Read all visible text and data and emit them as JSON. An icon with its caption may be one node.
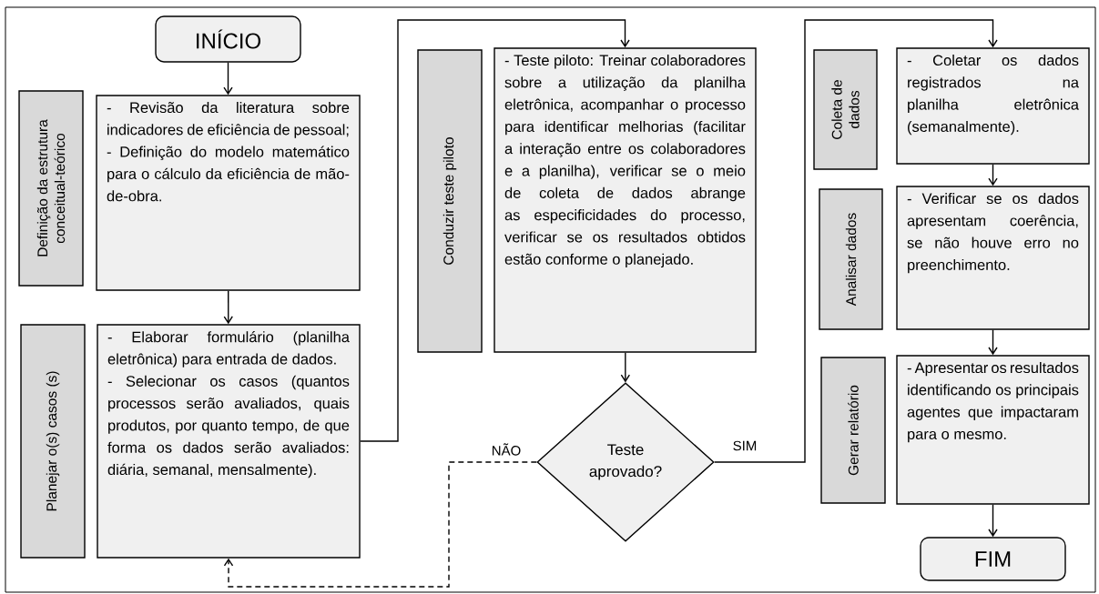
{
  "diagram": {
    "nodes": [
      {
        "text": [
          "INÍCIO"
        ]
      },
      {
        "text": [
          "Definição da estrutura conceitual-teórico"
        ]
      },
      {
        "text": [
          "- Revisão da literatura sobre indicadores de eficiência de pessoal;",
          "- Definição do modelo matemático para o cálculo da eficiência de mão-de-obra."
        ]
      },
      {
        "text": [
          "Planejar o(s) casos (s)"
        ]
      },
      {
        "text": [
          "- Elaborar formulário (planilha eletrônica) para entrada de dados.",
          "- Selecionar os casos (quantos processos serão avaliados, quais produtos, por quanto tempo, de que forma os dados serão avaliados: diária, semanal, mensalmente)."
        ]
      },
      {
        "text": [
          "Conduzir teste piloto"
        ]
      },
      {
        "text": [
          "- Teste piloto: Treinar colaboradores sobre a utilização da planilha eletrônica, acompanhar o processo para identificar melhorias (facilitar a interação entre os colaboradores e a planilha), verificar se o meio de coleta de dados abrange as especificidades do processo, verificar se os resultados obtidos estão conforme o planejado."
        ]
      },
      {
        "text": [
          "Teste aprovado?"
        ]
      },
      {
        "text": [
          "Coleta de dados"
        ]
      },
      {
        "text": [
          "- Coletar os dados registrados na planilha eletrônica (semanalmente)."
        ]
      },
      {
        "text": [
          "Analisar dados"
        ]
      },
      {
        "text": [
          "- Verificar se os dados apresentam coerência, se não houve erro no preenchimento."
        ]
      },
      {
        "text": [
          "Gerar relatório"
        ]
      },
      {
        "text": [
          "- Apresentar os resultados identificando os principais agentes que impactaram para o mesmo."
        ]
      },
      {
        "text": [
          "FIM"
        ]
      }
    ],
    "edges": [
      {
        "from": 0,
        "to": 2,
        "arrow": "to"
      },
      {
        "from": 2,
        "to": 4,
        "arrow": "to"
      },
      {
        "from": 4,
        "to": 6,
        "arrow": "to"
      },
      {
        "from": 6,
        "to": 7,
        "arrow": "to"
      },
      {
        "from": 7,
        "to": 9,
        "arrow": "to",
        "label": "SIM"
      },
      {
        "from": 7,
        "to": 4,
        "arrow": "to",
        "label": "NÃO",
        "style": "dashed"
      },
      {
        "from": 9,
        "to": 11,
        "arrow": "to"
      },
      {
        "from": 11,
        "to": 13,
        "arrow": "to"
      },
      {
        "from": 13,
        "to": 14,
        "arrow": "to"
      }
    ]
  }
}
